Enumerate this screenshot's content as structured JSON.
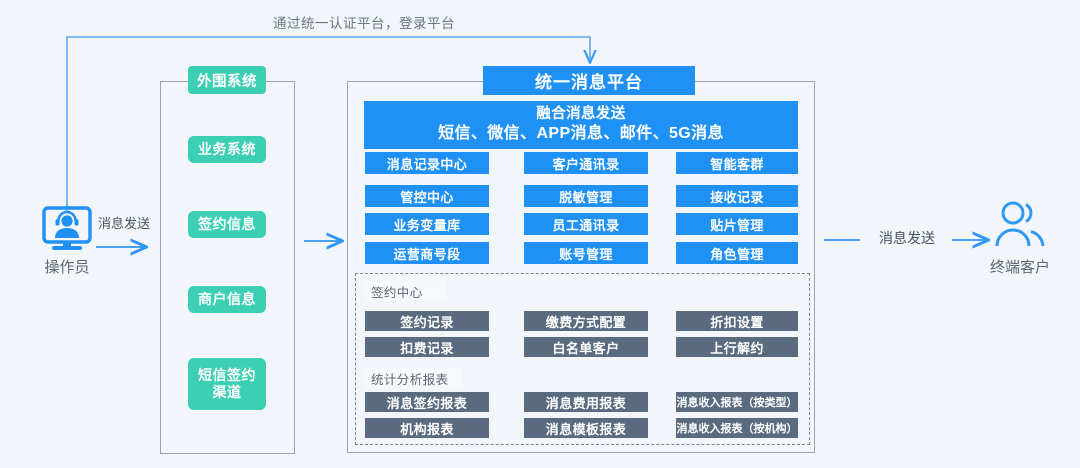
{
  "diagram": {
    "top_flow_label": "通过统一认证平台，登录平台",
    "left_actor": {
      "label": "操作员",
      "icon": "operator-monitor-headset-icon"
    },
    "right_actor": {
      "label": "终端客户",
      "icon": "users-group-icon"
    },
    "edge_left_label": "消息发送",
    "edge_right_label": "消息发送",
    "colors": {
      "teal": "#3ccfb4",
      "blue": "#1f91f5",
      "slate": "#5a6b80",
      "panel_border": "#9aa2ad",
      "background": "#f2f5f9"
    }
  },
  "outer_system": {
    "title": "外围系统",
    "items": [
      {
        "label": "业务系统"
      },
      {
        "label": "签约信息"
      },
      {
        "label": "商户信息"
      },
      {
        "label": "短信签约渠道",
        "line1": "短信签约",
        "line2": "渠道"
      }
    ]
  },
  "platform": {
    "title": "统一消息平台",
    "banner": {
      "line1": "融合消息发送",
      "line2": "短信、微信、APP消息、邮件、5G消息"
    },
    "modules": [
      [
        "消息记录中心",
        "客户通讯录",
        "智能客群"
      ],
      [
        "管控中心",
        "脱敏管理",
        "接收记录"
      ],
      [
        "业务变量库",
        "员工通讯录",
        "贴片管理"
      ],
      [
        "运营商号段",
        "账号管理",
        "角色管理"
      ]
    ],
    "contract_center": {
      "tag": "签约中心",
      "rows": [
        [
          "签约记录",
          "缴费方式配置",
          "折扣设置"
        ],
        [
          "扣费记录",
          "白名单客户",
          "上行解约"
        ]
      ]
    },
    "report_center": {
      "tag": "统计分析报表",
      "rows": [
        [
          "消息签约报表",
          "消息费用报表",
          "消息收入报表（按类型）"
        ],
        [
          "机构报表",
          "消息模板报表",
          "消息收入报表（按机构）"
        ]
      ]
    }
  }
}
